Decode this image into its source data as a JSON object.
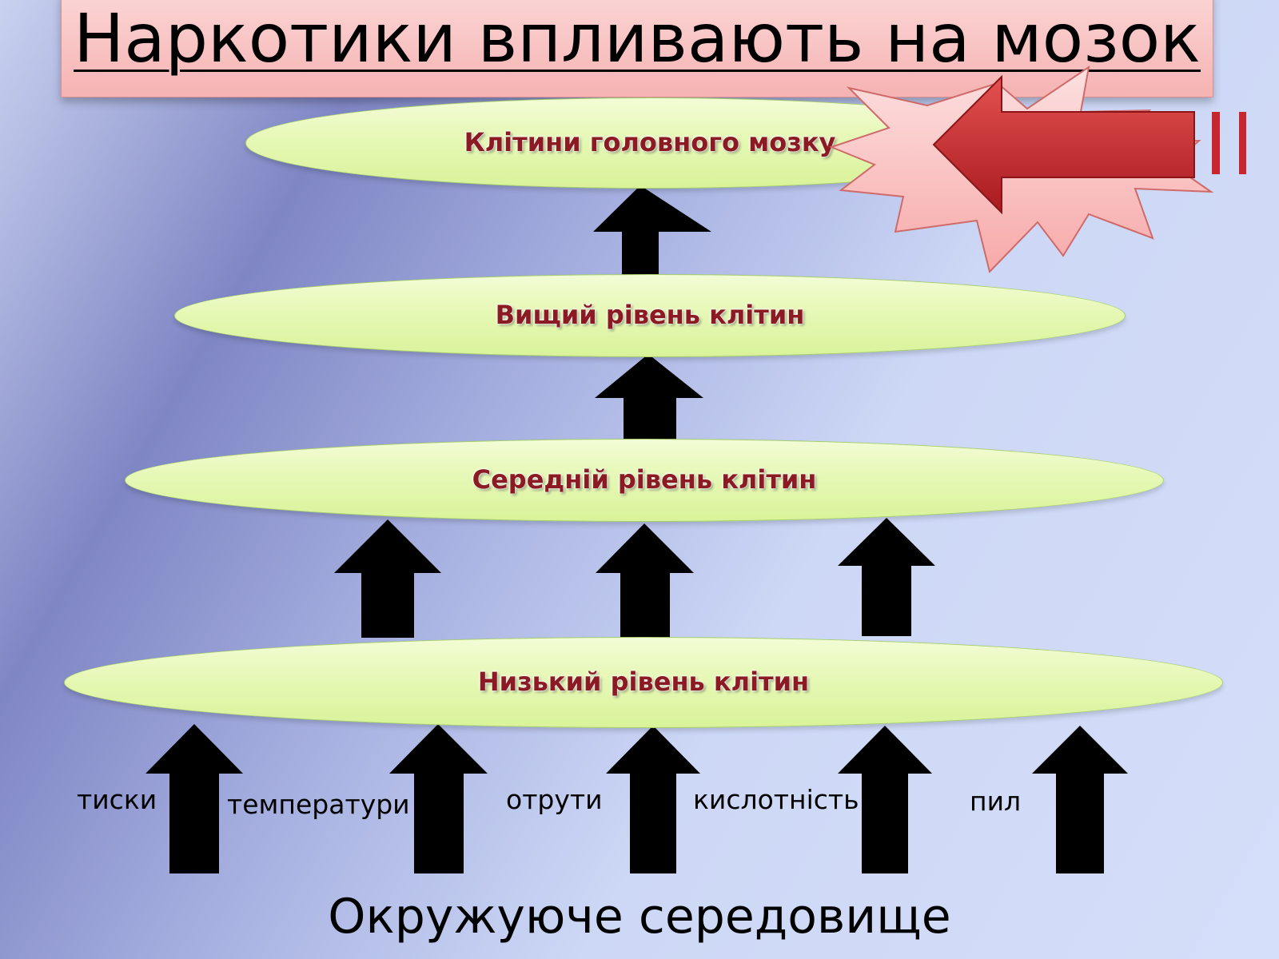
{
  "title": "Наркотики впливають на мозок",
  "levels": {
    "brain": "Клітини головного мозку",
    "higher": "Вищий рівень клітин",
    "middle": "Середній рівень клітин",
    "lower": "Низький рівень клітин"
  },
  "factors": [
    "тиски",
    "температури",
    "отрути",
    "кислотність",
    "пил"
  ],
  "environment": "Окружуюче середовище",
  "colors": {
    "level_fill": "#e6f8b6",
    "level_text": "#8c1a22",
    "title_fill": "#f8c4c4",
    "burst_fill": "#fbc2c2",
    "pointer_arrow": "#c8262c",
    "flow_arrow": "#000000"
  },
  "icons": {
    "flow_arrow": "up-arrow",
    "burst": "explosion-burst",
    "pointer": "left-arrow"
  }
}
